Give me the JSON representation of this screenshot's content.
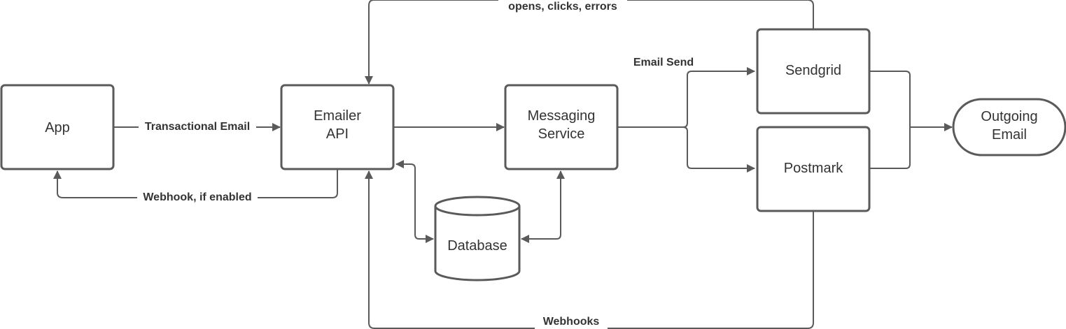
{
  "diagram": {
    "nodes": {
      "app": {
        "label": "App"
      },
      "emailer_api": {
        "label_line1": "Emailer",
        "label_line2": "API"
      },
      "messaging_service": {
        "label_line1": "Messaging",
        "label_line2": "Service"
      },
      "database": {
        "label": "Database"
      },
      "sendgrid": {
        "label": "Sendgrid"
      },
      "postmark": {
        "label": "Postmark"
      },
      "outgoing_email": {
        "label_line1": "Outgoing",
        "label_line2": "Email"
      }
    },
    "edges": {
      "transactional_email": "Transactional Email",
      "webhook_if_enabled": "Webhook, if enabled",
      "opens_clicks_errors": "opens, clicks, errors",
      "email_send": "Email Send",
      "webhooks": "Webhooks"
    },
    "colors": {
      "stroke": "#5a5a5a",
      "text": "#333333",
      "background": "#ffffff"
    }
  }
}
